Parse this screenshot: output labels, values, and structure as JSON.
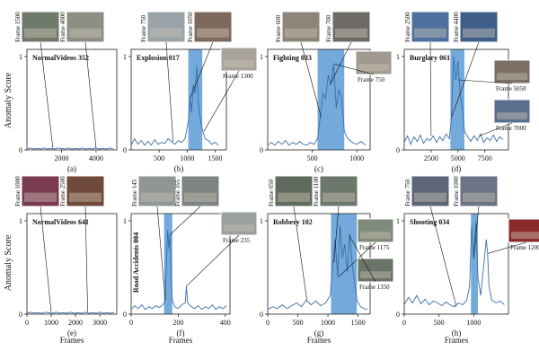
{
  "figure": {
    "y_axis_label": "Anomaly Score",
    "x_axis_label": "Frames"
  },
  "colors": {
    "line": "#3b6ea8",
    "anomaly_band": "#5b9bd5",
    "axis": "#222222",
    "callout_border": "#ffffff"
  },
  "chart_data": [
    {
      "type": "line",
      "sublabel": "(a)",
      "title": "NormalVideos 352",
      "xlim": [
        0,
        5200
      ],
      "ylim": [
        0,
        1
      ],
      "xticks": [
        2000,
        4000
      ],
      "xticklabels": [
        "2000",
        "4000"
      ],
      "yticks": [
        0,
        1
      ],
      "yticklabels": [
        "0",
        "1"
      ],
      "anomaly_ranges": [],
      "series": [
        {
          "x": [
            0,
            200,
            400,
            600,
            800,
            1000,
            1200,
            1400,
            1600,
            1800,
            2000,
            2200,
            2400,
            2600,
            2800,
            3000,
            3200,
            3400,
            3600,
            3800,
            4000,
            4200,
            4400,
            4600,
            4800,
            5000
          ],
          "y": [
            0.01,
            0.02,
            0.01,
            0.015,
            0.01,
            0.02,
            0.01,
            0.015,
            0.01,
            0.02,
            0.015,
            0.01,
            0.02,
            0.01,
            0.015,
            0.01,
            0.02,
            0.01,
            0.015,
            0.01,
            0.02,
            0.01,
            0.015,
            0.01,
            0.02,
            0.01
          ]
        }
      ],
      "frame_callouts": [
        {
          "label": "Frame 1500",
          "x": 1500,
          "y": 0.02
        },
        {
          "label": "Frame 4000",
          "x": 4000,
          "y": 0.02
        }
      ]
    },
    {
      "type": "line",
      "sublabel": "(b)",
      "title": "Explosion 017",
      "xlim": [
        0,
        1700
      ],
      "ylim": [
        0,
        1
      ],
      "xticks": [
        500,
        1000,
        1500
      ],
      "xticklabels": [
        "500",
        "1000",
        "1500"
      ],
      "yticks": [
        0,
        1
      ],
      "yticklabels": [
        "0",
        "1"
      ],
      "anomaly_ranges": [
        [
          1020,
          1270
        ]
      ],
      "series": [
        {
          "x": [
            0,
            60,
            120,
            180,
            240,
            300,
            360,
            420,
            480,
            540,
            600,
            660,
            720,
            780,
            840,
            900,
            960,
            1020,
            1050,
            1080,
            1110,
            1140,
            1170,
            1200,
            1230,
            1260,
            1290,
            1320,
            1380,
            1440,
            1500,
            1560
          ],
          "y": [
            0.05,
            0.12,
            0.06,
            0.1,
            0.05,
            0.09,
            0.05,
            0.11,
            0.06,
            0.08,
            0.07,
            0.12,
            0.09,
            0.06,
            0.1,
            0.08,
            0.12,
            0.3,
            0.55,
            0.4,
            0.7,
            0.6,
            0.9,
            0.5,
            0.35,
            0.25,
            0.18,
            0.12,
            0.1,
            0.06,
            0.08,
            0.05
          ]
        }
      ],
      "frame_callouts": [
        {
          "label": "Frame 750",
          "x": 750,
          "y": 0.09
        },
        {
          "label": "Frame 1050",
          "x": 1050,
          "y": 0.55
        },
        {
          "label": "Frame 1300",
          "x": 1300,
          "y": 0.2
        }
      ]
    },
    {
      "type": "line",
      "sublabel": "(c)",
      "title": "Fighting 033",
      "xlim": [
        0,
        1150
      ],
      "ylim": [
        0,
        1
      ],
      "xticks": [
        500,
        1000
      ],
      "xticklabels": [
        "500",
        "1000"
      ],
      "yticks": [
        0,
        1
      ],
      "yticklabels": [
        "0",
        "1"
      ],
      "anomaly_ranges": [
        [
          560,
          860
        ]
      ],
      "series": [
        {
          "x": [
            0,
            40,
            80,
            120,
            160,
            200,
            240,
            280,
            320,
            360,
            400,
            440,
            480,
            520,
            560,
            590,
            620,
            650,
            680,
            710,
            740,
            770,
            800,
            830,
            860,
            900,
            950,
            1000,
            1050,
            1100
          ],
          "y": [
            0.05,
            0.08,
            0.05,
            0.09,
            0.06,
            0.1,
            0.05,
            0.08,
            0.06,
            0.09,
            0.06,
            0.05,
            0.08,
            0.06,
            0.12,
            0.35,
            0.6,
            0.55,
            0.8,
            0.7,
            0.92,
            0.45,
            0.65,
            0.55,
            0.2,
            0.12,
            0.08,
            0.06,
            0.09,
            0.05
          ]
        }
      ],
      "frame_callouts": [
        {
          "label": "Frame 600",
          "x": 600,
          "y": 0.35
        },
        {
          "label": "Frame 700",
          "x": 700,
          "y": 0.7
        },
        {
          "label": "Frame 750",
          "x": 750,
          "y": 0.92
        }
      ]
    },
    {
      "type": "line",
      "sublabel": "(d)",
      "title": "Burglary 061",
      "xlim": [
        0,
        9700
      ],
      "ylim": [
        0,
        1
      ],
      "xticks": [
        2500,
        5000,
        7500
      ],
      "xticklabels": [
        "2500",
        "5000",
        "7500"
      ],
      "yticks": [
        0,
        1
      ],
      "yticklabels": [
        "0",
        "1"
      ],
      "anomaly_ranges": [
        [
          4300,
          5600
        ]
      ],
      "series": [
        {
          "x": [
            0,
            300,
            600,
            900,
            1200,
            1500,
            1800,
            2100,
            2400,
            2700,
            3000,
            3300,
            3600,
            3900,
            4200,
            4400,
            4600,
            4800,
            5000,
            5200,
            5400,
            5600,
            5900,
            6200,
            6500,
            6800,
            7100,
            7400,
            7700,
            8000,
            8300,
            8600,
            8900,
            9200
          ],
          "y": [
            0.08,
            0.15,
            0.06,
            0.14,
            0.09,
            0.16,
            0.07,
            0.12,
            0.1,
            0.15,
            0.08,
            0.14,
            0.1,
            0.17,
            0.12,
            0.35,
            1.0,
            0.75,
            0.95,
            0.6,
            0.45,
            0.2,
            0.14,
            0.09,
            0.15,
            0.1,
            0.17,
            0.08,
            0.13,
            0.1,
            0.16,
            0.09,
            0.14,
            0.11
          ]
        }
      ],
      "frame_callouts": [
        {
          "label": "Frame 2500",
          "x": 2500,
          "y": 0.15
        },
        {
          "label": "Frame 4400",
          "x": 4400,
          "y": 0.35
        },
        {
          "label": "Frame 5050",
          "x": 5050,
          "y": 0.75
        },
        {
          "label": "Frame 7000",
          "x": 7000,
          "y": 0.15
        }
      ]
    },
    {
      "type": "line",
      "sublabel": "(e)",
      "title": "NormalVideos 641",
      "xlim": [
        0,
        3700
      ],
      "ylim": [
        0,
        1
      ],
      "xticks": [
        0,
        1000,
        2000,
        3000
      ],
      "xticklabels": [
        "0",
        "1000",
        "2000",
        "3000"
      ],
      "yticks": [
        0,
        1
      ],
      "yticklabels": [
        "0",
        "1"
      ],
      "anomaly_ranges": [],
      "series": [
        {
          "x": [
            0,
            150,
            300,
            450,
            600,
            750,
            900,
            1050,
            1200,
            1350,
            1500,
            1650,
            1800,
            1950,
            2100,
            2250,
            2400,
            2550,
            2700,
            2850,
            3000,
            3150,
            3300,
            3450,
            3600
          ],
          "y": [
            0.01,
            0.02,
            0.01,
            0.015,
            0.01,
            0.02,
            0.015,
            0.01,
            0.02,
            0.01,
            0.015,
            0.01,
            0.02,
            0.01,
            0.015,
            0.01,
            0.02,
            0.01,
            0.015,
            0.01,
            0.02,
            0.01,
            0.015,
            0.01,
            0.02
          ]
        }
      ],
      "frame_callouts": [
        {
          "label": "Frame 1000",
          "x": 1000,
          "y": 0.02
        },
        {
          "label": "Frame 2500",
          "x": 2500,
          "y": 0.02
        }
      ]
    },
    {
      "type": "line",
      "sublabel": "(f)",
      "title": "Road Accidents 004",
      "xlim": [
        0,
        420
      ],
      "ylim": [
        0,
        1
      ],
      "xticks": [
        0,
        200,
        400
      ],
      "xticklabels": [
        "0",
        "200",
        "400"
      ],
      "yticks": [
        0,
        1
      ],
      "yticklabels": [
        "0",
        "1"
      ],
      "anomaly_ranges": [
        [
          140,
          175
        ]
      ],
      "series": [
        {
          "x": [
            0,
            15,
            30,
            45,
            60,
            75,
            90,
            105,
            120,
            135,
            145,
            150,
            155,
            160,
            165,
            170,
            175,
            185,
            200,
            215,
            230,
            235,
            240,
            255,
            270,
            285,
            300,
            315,
            330,
            345,
            360,
            375,
            390,
            405
          ],
          "y": [
            0.05,
            0.09,
            0.06,
            0.1,
            0.05,
            0.08,
            0.06,
            0.09,
            0.07,
            0.1,
            0.15,
            0.55,
            0.9,
            0.7,
            0.85,
            0.4,
            0.15,
            0.08,
            0.06,
            0.1,
            0.12,
            0.3,
            0.12,
            0.08,
            0.06,
            0.09,
            0.05,
            0.08,
            0.06,
            0.1,
            0.05,
            0.08,
            0.06,
            0.09
          ]
        }
      ],
      "frame_callouts": [
        {
          "label": "Frame 145",
          "x": 145,
          "y": 0.15
        },
        {
          "label": "Frame 165",
          "x": 165,
          "y": 0.85
        },
        {
          "label": "Frame 235",
          "x": 235,
          "y": 0.3
        }
      ]
    },
    {
      "type": "line",
      "sublabel": "(g)",
      "title": "Robbery 102",
      "xlim": [
        0,
        1700
      ],
      "ylim": [
        0,
        1
      ],
      "xticks": [
        0,
        500,
        1000,
        1500
      ],
      "xticklabels": [
        "0",
        "500",
        "1000",
        "1500"
      ],
      "yticks": [
        0,
        1
      ],
      "yticklabels": [
        "0",
        "1"
      ],
      "anomaly_ranges": [
        [
          1050,
          1480
        ]
      ],
      "series": [
        {
          "x": [
            0,
            80,
            160,
            240,
            320,
            400,
            480,
            560,
            640,
            720,
            800,
            880,
            960,
            1040,
            1080,
            1120,
            1160,
            1200,
            1240,
            1280,
            1320,
            1360,
            1400,
            1440,
            1480,
            1540,
            1600,
            1660
          ],
          "y": [
            0.05,
            0.08,
            0.06,
            0.1,
            0.06,
            0.09,
            0.12,
            0.08,
            0.15,
            0.1,
            0.14,
            0.09,
            0.12,
            0.2,
            0.55,
            0.8,
            0.4,
            0.95,
            0.6,
            0.75,
            0.45,
            0.85,
            0.55,
            0.35,
            0.15,
            0.08,
            0.06,
            0.05
          ]
        }
      ],
      "frame_callouts": [
        {
          "label": "Frame 650",
          "x": 650,
          "y": 0.15
        },
        {
          "label": "Frame 1100",
          "x": 1100,
          "y": 0.55
        },
        {
          "label": "Frame 1175",
          "x": 1175,
          "y": 0.4
        },
        {
          "label": "Frame 1350",
          "x": 1350,
          "y": 0.85
        }
      ]
    },
    {
      "type": "line",
      "sublabel": "(h)",
      "title": "Shooting 034",
      "xlim": [
        0,
        1500
      ],
      "ylim": [
        0,
        1
      ],
      "xticks": [
        0,
        500,
        1000
      ],
      "xticklabels": [
        "0",
        "500",
        "1000"
      ],
      "yticks": [
        0,
        1
      ],
      "yticklabels": [
        "0",
        "1"
      ],
      "anomaly_ranges": [
        [
          960,
          1060
        ]
      ],
      "series": [
        {
          "x": [
            0,
            60,
            120,
            180,
            240,
            300,
            360,
            420,
            480,
            540,
            600,
            660,
            720,
            780,
            840,
            900,
            940,
            970,
            1000,
            1030,
            1060,
            1100,
            1140,
            1180,
            1200,
            1220,
            1260,
            1320,
            1380,
            1440
          ],
          "y": [
            0.1,
            0.18,
            0.12,
            0.2,
            0.11,
            0.16,
            0.1,
            0.14,
            0.12,
            0.09,
            0.13,
            0.1,
            0.08,
            0.12,
            0.1,
            0.15,
            0.3,
            0.95,
            0.6,
            1.0,
            0.4,
            0.2,
            0.5,
            0.8,
            0.65,
            0.3,
            0.15,
            0.12,
            0.14,
            0.1
          ]
        }
      ],
      "frame_callouts": [
        {
          "label": "Frame 750",
          "x": 750,
          "y": 0.08
        },
        {
          "label": "Frame 1000",
          "x": 1000,
          "y": 0.6
        },
        {
          "label": "Frame 1200",
          "x": 1200,
          "y": 0.65
        }
      ]
    }
  ]
}
